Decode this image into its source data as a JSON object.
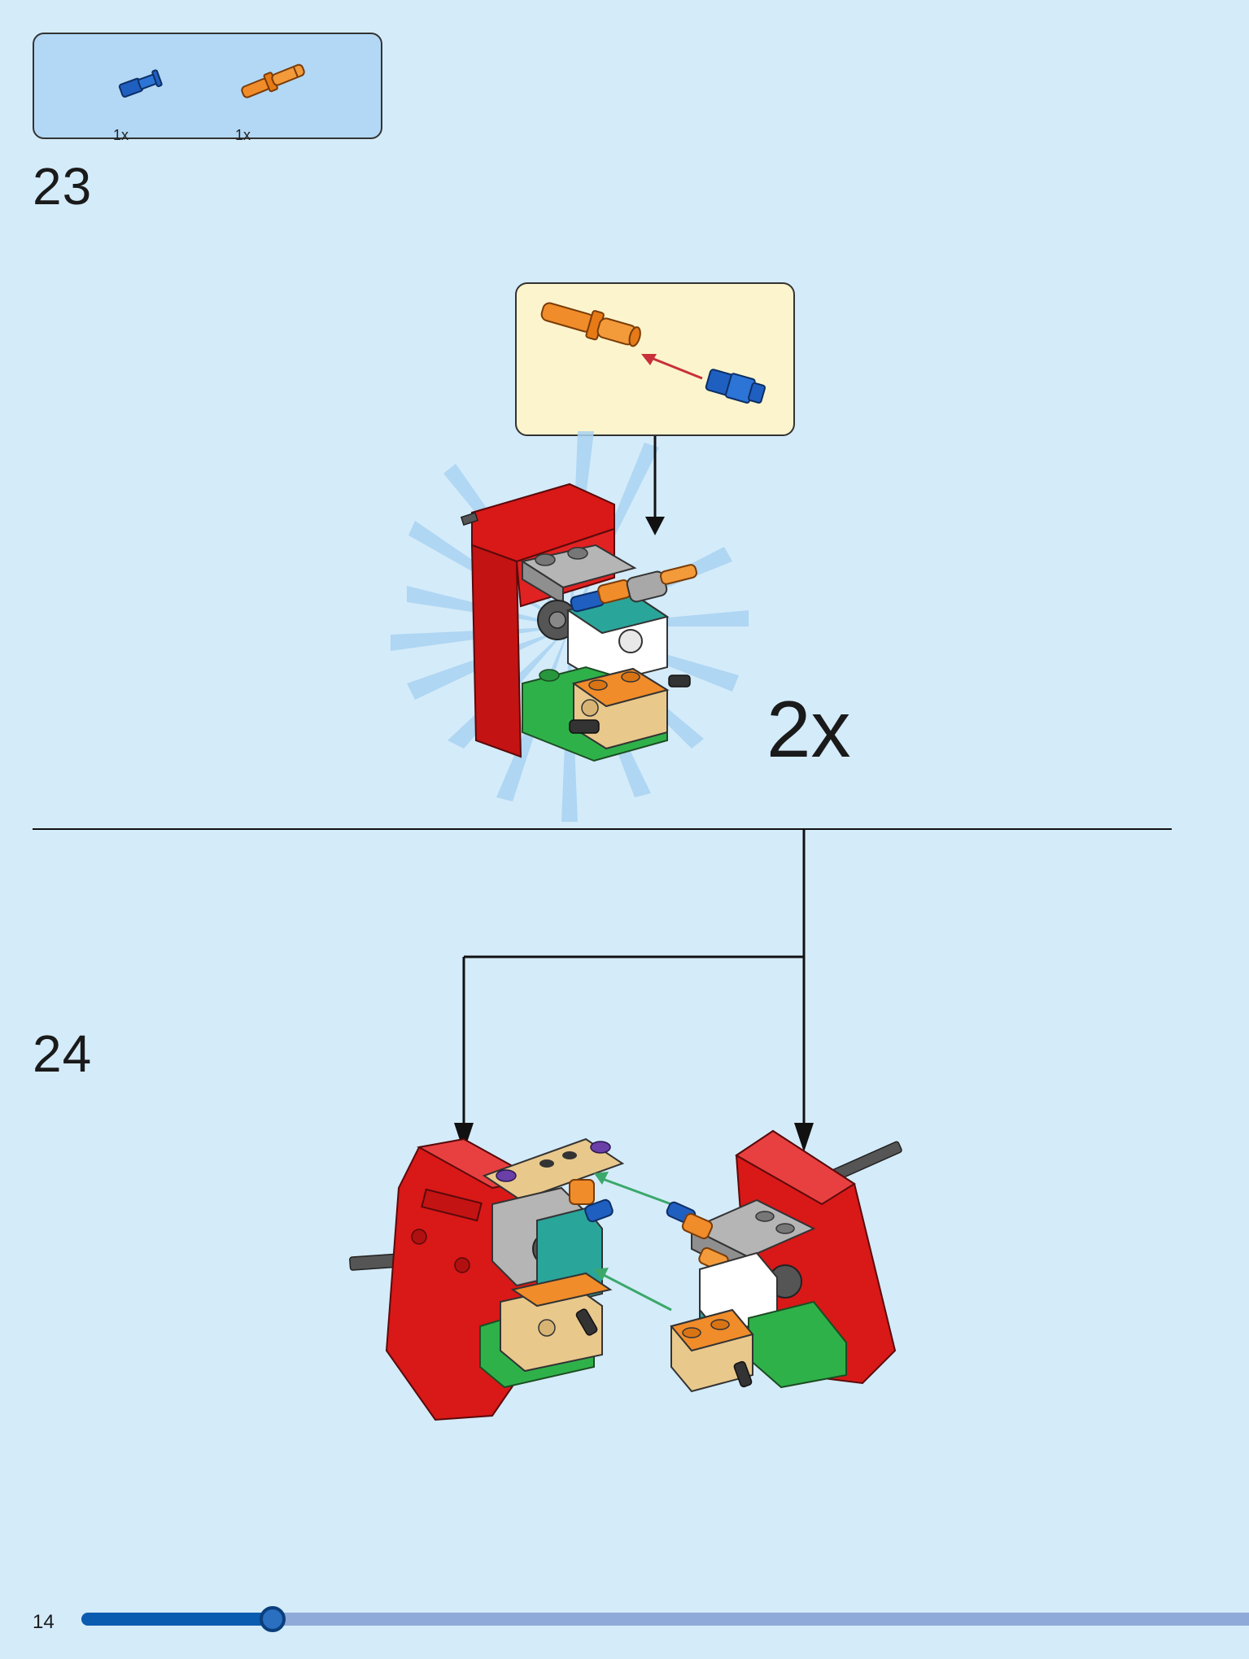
{
  "parts": [
    {
      "icon": "blue-axle-pin-icon",
      "qty": "1x",
      "color": "#1f5fc0"
    },
    {
      "icon": "orange-long-pin-icon",
      "qty": "1x",
      "color": "#f08c2a"
    }
  ],
  "steps": [
    {
      "number": "23",
      "multiplier": "2x"
    },
    {
      "number": "24"
    }
  ],
  "footer": {
    "page_number": "14",
    "progress": 0.164
  },
  "colors": {
    "background": "#d4ebfa",
    "callout": "#fcf4cc",
    "brick_red": "#d91818",
    "arrow_green": "#3aa86a",
    "arrow_red": "#c8303a"
  }
}
